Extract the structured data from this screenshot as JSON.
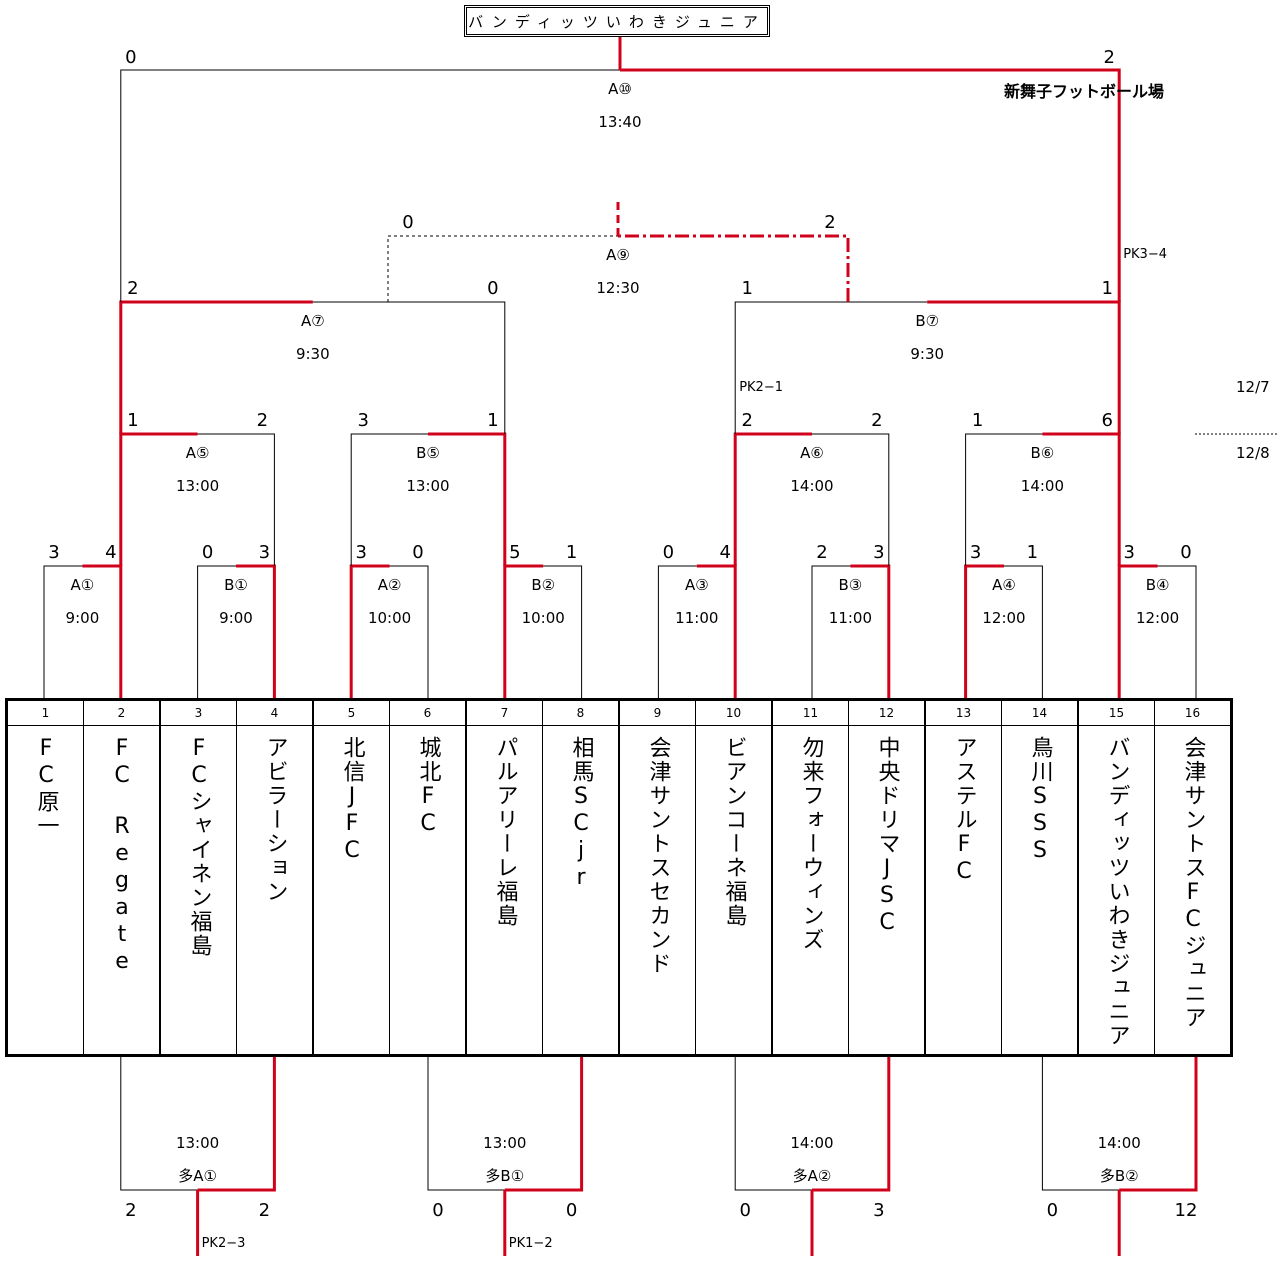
{
  "champion": "バンディッツいわきジュニア",
  "venue": "新舞子フットボール場",
  "dates": {
    "day1": "12/7",
    "day2": "12/8"
  },
  "teams": [
    {
      "no": "1",
      "name": "FC原一"
    },
    {
      "no": "2",
      "name": "FC　Regate"
    },
    {
      "no": "3",
      "name": "FCシャイネン福島"
    },
    {
      "no": "4",
      "name": "アビラーション"
    },
    {
      "no": "5",
      "name": "北信JFC"
    },
    {
      "no": "6",
      "name": "城北FC"
    },
    {
      "no": "7",
      "name": "パルアリーレ福島"
    },
    {
      "no": "8",
      "name": "相馬SCjr"
    },
    {
      "no": "9",
      "name": "会津サントスセカンド"
    },
    {
      "no": "10",
      "name": "ビアンコーネ福島"
    },
    {
      "no": "11",
      "name": "勿来フォーウィンズ"
    },
    {
      "no": "12",
      "name": "中央ドリマJSC"
    },
    {
      "no": "13",
      "name": "アステルFC"
    },
    {
      "no": "14",
      "name": "鳥川SSS"
    },
    {
      "no": "15",
      "name": "バンディッツいわきジュニア"
    },
    {
      "no": "16",
      "name": "会津サントスFCジュニア"
    }
  ],
  "matches": {
    "r1": [
      {
        "id": "A①",
        "time": "9:00",
        "s1": "3",
        "s2": "4"
      },
      {
        "id": "B①",
        "time": "9:00",
        "s1": "0",
        "s2": "3"
      },
      {
        "id": "A②",
        "time": "10:00",
        "s1": "3",
        "s2": "0"
      },
      {
        "id": "B②",
        "time": "10:00",
        "s1": "5",
        "s2": "1"
      },
      {
        "id": "A③",
        "time": "11:00",
        "s1": "0",
        "s2": "4"
      },
      {
        "id": "B③",
        "time": "11:00",
        "s1": "2",
        "s2": "3"
      },
      {
        "id": "A④",
        "time": "12:00",
        "s1": "3",
        "s2": "1"
      },
      {
        "id": "B④",
        "time": "12:00",
        "s1": "3",
        "s2": "0"
      }
    ],
    "r2": [
      {
        "id": "A⑤",
        "time": "13:00",
        "s1": "1",
        "s2": "2"
      },
      {
        "id": "B⑤",
        "time": "13:00",
        "s1": "3",
        "s2": "1"
      },
      {
        "id": "A⑥",
        "time": "14:00",
        "s1": "2",
        "s2": "2",
        "pk": "PK2−1"
      },
      {
        "id": "B⑥",
        "time": "14:00",
        "s1": "1",
        "s2": "6"
      }
    ],
    "semi": [
      {
        "id": "A⑦",
        "time": "9:30",
        "s1": "2",
        "s2": "0"
      },
      {
        "id": "B⑦",
        "time": "9:30",
        "s1": "1",
        "s2": "1",
        "pk": "PK3−4"
      }
    ],
    "third": {
      "id": "A⑨",
      "time": "12:30",
      "s1": "0",
      "s2": "2"
    },
    "final": {
      "id": "A⑩",
      "time": "13:40",
      "s1": "0",
      "s2": "2"
    },
    "consolation": [
      {
        "id": "多A①",
        "time": "13:00",
        "s1": "2",
        "s2": "2",
        "pk": "PK2−3"
      },
      {
        "id": "多B①",
        "time": "13:00",
        "s1": "0",
        "s2": "0",
        "pk": "PK1−2"
      },
      {
        "id": "多A②",
        "time": "14:00",
        "s1": "0",
        "s2": "3"
      },
      {
        "id": "多B②",
        "time": "14:00",
        "s1": "0",
        "s2": "12"
      }
    ]
  },
  "colors": {
    "winner_line": "#d0021b",
    "line": "#000000"
  }
}
